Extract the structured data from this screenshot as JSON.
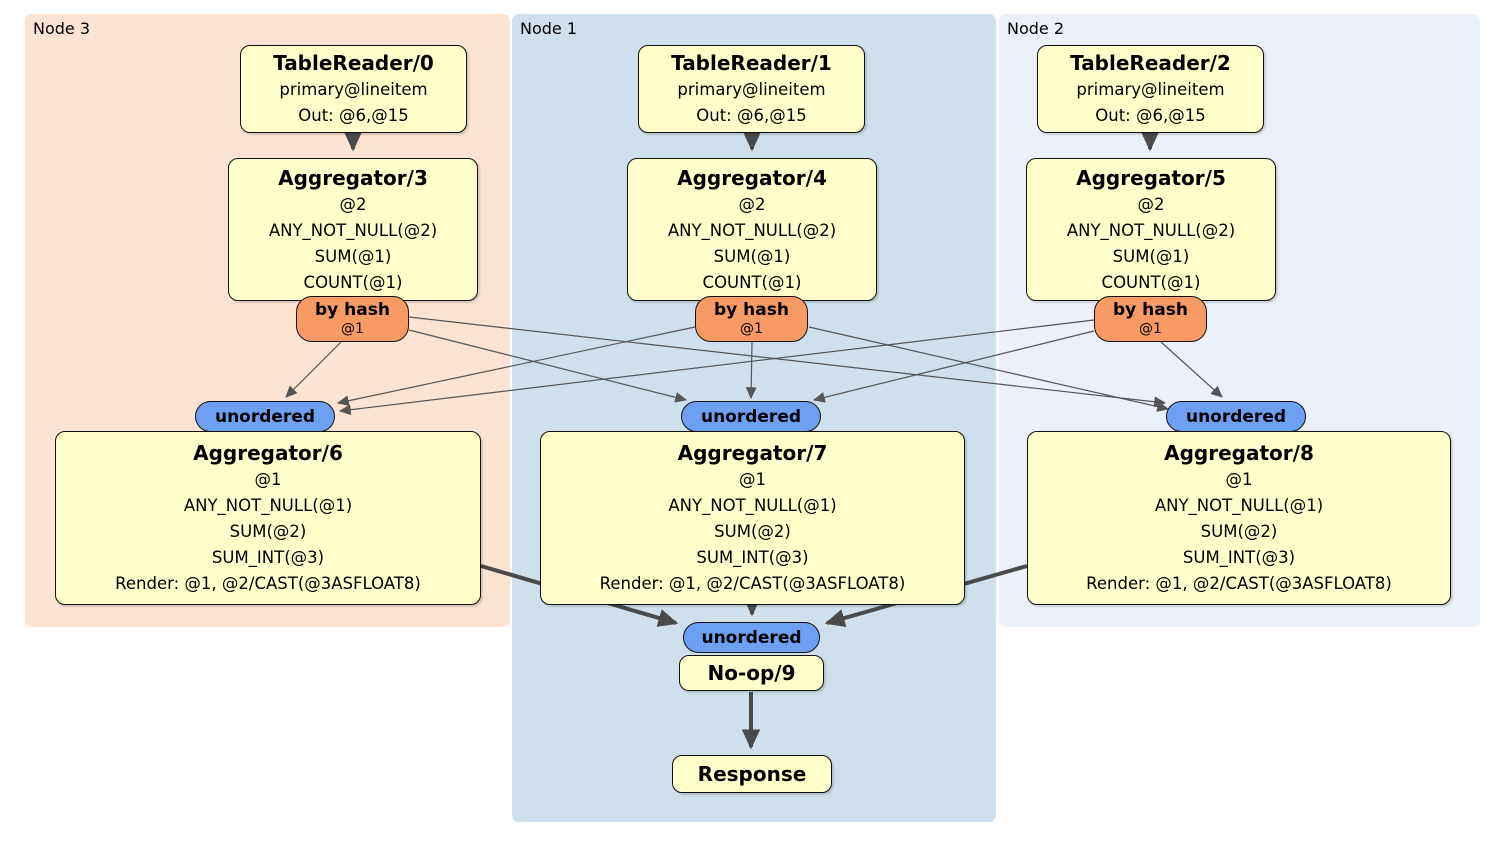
{
  "colors": {
    "processor_fill": "#FFFFCC",
    "router_fill": "#F79A63",
    "sync_fill": "#6D9FF3",
    "node3_panel_bg": "#FCE3D2",
    "node1_panel_bg": "#CFDFEB",
    "node2_panel_bg": "#ECF0F9",
    "edge_thin": "#555555",
    "edge_thick": "#4A4A4A"
  },
  "panels": [
    {
      "label": "Node 3"
    },
    {
      "label": "Node 1"
    },
    {
      "label": "Node 2"
    }
  ],
  "pipelines": [
    {
      "table_reader": {
        "title": "TableReader/0",
        "rows": [
          "primary@lineitem",
          "Out: @6,@15"
        ]
      },
      "aggregator_top": {
        "title": "Aggregator/3",
        "rows": [
          "@2",
          "ANY_NOT_NULL(@2)",
          "SUM(@1)",
          "COUNT(@1)"
        ]
      },
      "router": {
        "label": "by hash",
        "detail": "@1"
      },
      "sync": {
        "label": "unordered"
      },
      "aggregator_bottom": {
        "title": "Aggregator/6",
        "rows": [
          "@1",
          "ANY_NOT_NULL(@1)",
          "SUM(@2)",
          "SUM_INT(@3)",
          "Render: @1, @2/CAST(@3ASFLOAT8)"
        ]
      }
    },
    {
      "table_reader": {
        "title": "TableReader/1",
        "rows": [
          "primary@lineitem",
          "Out: @6,@15"
        ]
      },
      "aggregator_top": {
        "title": "Aggregator/4",
        "rows": [
          "@2",
          "ANY_NOT_NULL(@2)",
          "SUM(@1)",
          "COUNT(@1)"
        ]
      },
      "router": {
        "label": "by hash",
        "detail": "@1"
      },
      "sync": {
        "label": "unordered"
      },
      "aggregator_bottom": {
        "title": "Aggregator/7",
        "rows": [
          "@1",
          "ANY_NOT_NULL(@1)",
          "SUM(@2)",
          "SUM_INT(@3)",
          "Render: @1, @2/CAST(@3ASFLOAT8)"
        ]
      }
    },
    {
      "table_reader": {
        "title": "TableReader/2",
        "rows": [
          "primary@lineitem",
          "Out: @6,@15"
        ]
      },
      "aggregator_top": {
        "title": "Aggregator/5",
        "rows": [
          "@2",
          "ANY_NOT_NULL(@2)",
          "SUM(@1)",
          "COUNT(@1)"
        ]
      },
      "router": {
        "label": "by hash",
        "detail": "@1"
      },
      "sync": {
        "label": "unordered"
      },
      "aggregator_bottom": {
        "title": "Aggregator/8",
        "rows": [
          "@1",
          "ANY_NOT_NULL(@1)",
          "SUM(@2)",
          "SUM_INT(@3)",
          "Render: @1, @2/CAST(@3ASFLOAT8)"
        ]
      }
    }
  ],
  "final": {
    "sync": {
      "label": "unordered"
    },
    "noop": {
      "title": "No-op/9"
    },
    "response": {
      "title": "Response"
    }
  }
}
